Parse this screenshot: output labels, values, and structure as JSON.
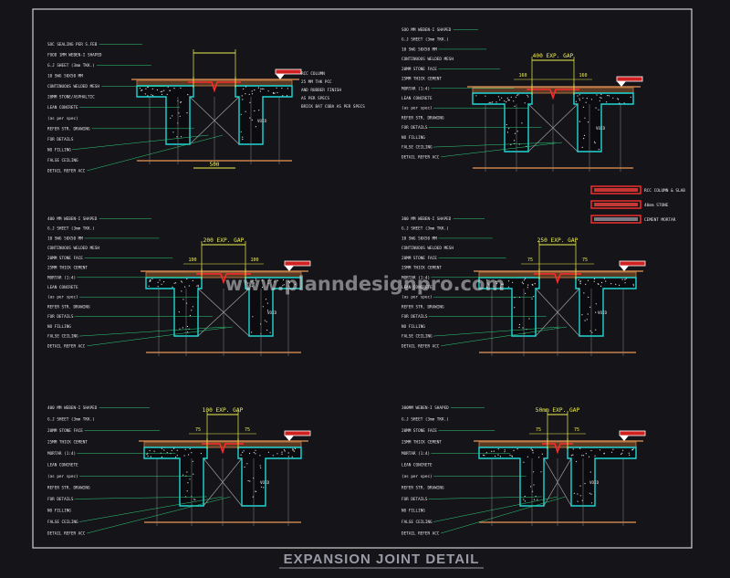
{
  "title": "EXPANSION JOINT DETAIL",
  "watermark": "www.planndesignpro.com",
  "colors": {
    "background": "#141419",
    "frame": "#d8d8d8",
    "text": "#e6e6e6",
    "leader": "#2fd07a",
    "concrete": "#1fd6d6",
    "dimension": "#f0f050",
    "joint": "#ff2a2a",
    "floor": "#c8824a",
    "title": "#9a9aa6"
  },
  "legend": {
    "items": [
      {
        "label": "RCC COLUMN & SLAB",
        "fill": "#c8342f"
      },
      {
        "label": "40mm STONE",
        "fill": "#c23a36"
      },
      {
        "label": "CEMENT MORTAR",
        "fill": "#7a7a84"
      }
    ]
  },
  "details": [
    {
      "id": "d1",
      "gap_label": "500",
      "top_dims": [],
      "labels": [
        "SOC SEALING PER S.FEB",
        "FOOD 1MM WEBEN-I SHAPED",
        "G.J SHEET (3mm TKK.)",
        "10 SWG 50X50 MM",
        "CONTINUOUS WELDED MESH",
        "20MM STONE/ASPHALTIC",
        "LEAN CONCRETE",
        "(as per spec)",
        "REFER STR. DRAWING",
        "FOR DETAILS",
        "NO FILLING",
        "FALSE CEILING",
        "DETAIL REFER ACC"
      ],
      "right_labels": [
        "RCC COLUMN",
        "25 MM THK PCC",
        "AND RUBBER FINISH",
        "AS PER SPECS",
        "BRICK BAT COBA AS PER SPECS"
      ],
      "void_label": "VOID"
    },
    {
      "id": "d2",
      "gap_label": "400 EXP. GAP",
      "top_dims": [
        "160",
        "160"
      ],
      "labels": [
        "SOO MM WEBEN-I SHAPED",
        "G.J SHEET (3mm TKK.)",
        "10 SWG 50X50 MM",
        "CONTINUOUS WELDED MESH",
        "20MM STONE FACE",
        "25MM THICK CEMENT",
        "MORTAR (1:4)",
        "LEAN CONCRETE",
        "(as per spec)",
        "REFER STR. DRAWING",
        "FOR DETAILS",
        "NO FILLING",
        "FALSE CEILING",
        "DETAIL REFER ACC"
      ],
      "right_labels": [],
      "void_label": "VOID"
    },
    {
      "id": "d3",
      "gap_label": "200 EXP. GAP",
      "top_dims": [
        "100",
        "100"
      ],
      "labels": [
        "400 MM WEBEN-I SHAPED",
        "G.J SHEET (3mm TKK.)",
        "10 SWG 50X50 MM",
        "CONTINUOUS WELDED MESH",
        "20MM STONE FACE",
        "25MM THICK CEMENT",
        "MORTAR (1:4)",
        "LEAN CONCRETE",
        "(as per spec)",
        "REFER STR. DRAWING",
        "FOR DETAILS",
        "NO FILLING",
        "FALSE CEILING",
        "DETAIL REFER ACC"
      ],
      "right_labels": [],
      "void_label": "VOID"
    },
    {
      "id": "d4",
      "gap_label": "250 EXP. GAP",
      "top_dims": [
        "75",
        "75"
      ],
      "labels": [
        "300 MM WEBEN-I SHAPED",
        "G.J SHEET (3mm TKK.)",
        "10 SWG 50X50 MM",
        "CONTINUOUS WELDED MESH",
        "20MM STONE FACE",
        "25MM THICK CEMENT",
        "MORTAR (1:4)",
        "LEAN CONCRETE",
        "(as per spec)",
        "REFER STR. DRAWING",
        "FOR DETAILS",
        "NO FILLING",
        "FALSE CEILING",
        "DETAIL REFER ACC"
      ],
      "right_labels": [],
      "void_label": "VOID"
    },
    {
      "id": "d5",
      "gap_label": "100 EXP. GAP",
      "top_dims": [
        "75",
        "75"
      ],
      "labels": [
        "400 MM WEBEN-I SHAPED",
        "G.J SHEET (3mm TKK.)",
        "20MM STONE FACE",
        "25MM THICK CEMENT",
        "MORTAR (1:4)",
        "LEAN CONCRETE",
        "(as per spec)",
        "REFER STR. DRAWING",
        "FOR DETAILS",
        "NO FILLING",
        "FALSE CEILING",
        "DETAIL REFER ACC"
      ],
      "right_labels": [],
      "void_label": "VOID"
    },
    {
      "id": "d6",
      "gap_label": "50mm EXP. GAP",
      "top_dims": [
        "75",
        "75"
      ],
      "labels": [
        "300MM WEBEN-I SHAPED",
        "G.J SHEET (3mm TKK.)",
        "20MM STONE FACE",
        "25MM THICK CEMENT",
        "MORTAR (1:4)",
        "LEAN CONCRETE",
        "(as per spec)",
        "REFER STR. DRAWING",
        "FOR DETAILS",
        "NO FILLING",
        "FALSE CEILING",
        "DETAIL REFER ACC"
      ],
      "right_labels": [],
      "void_label": "VOID"
    }
  ]
}
